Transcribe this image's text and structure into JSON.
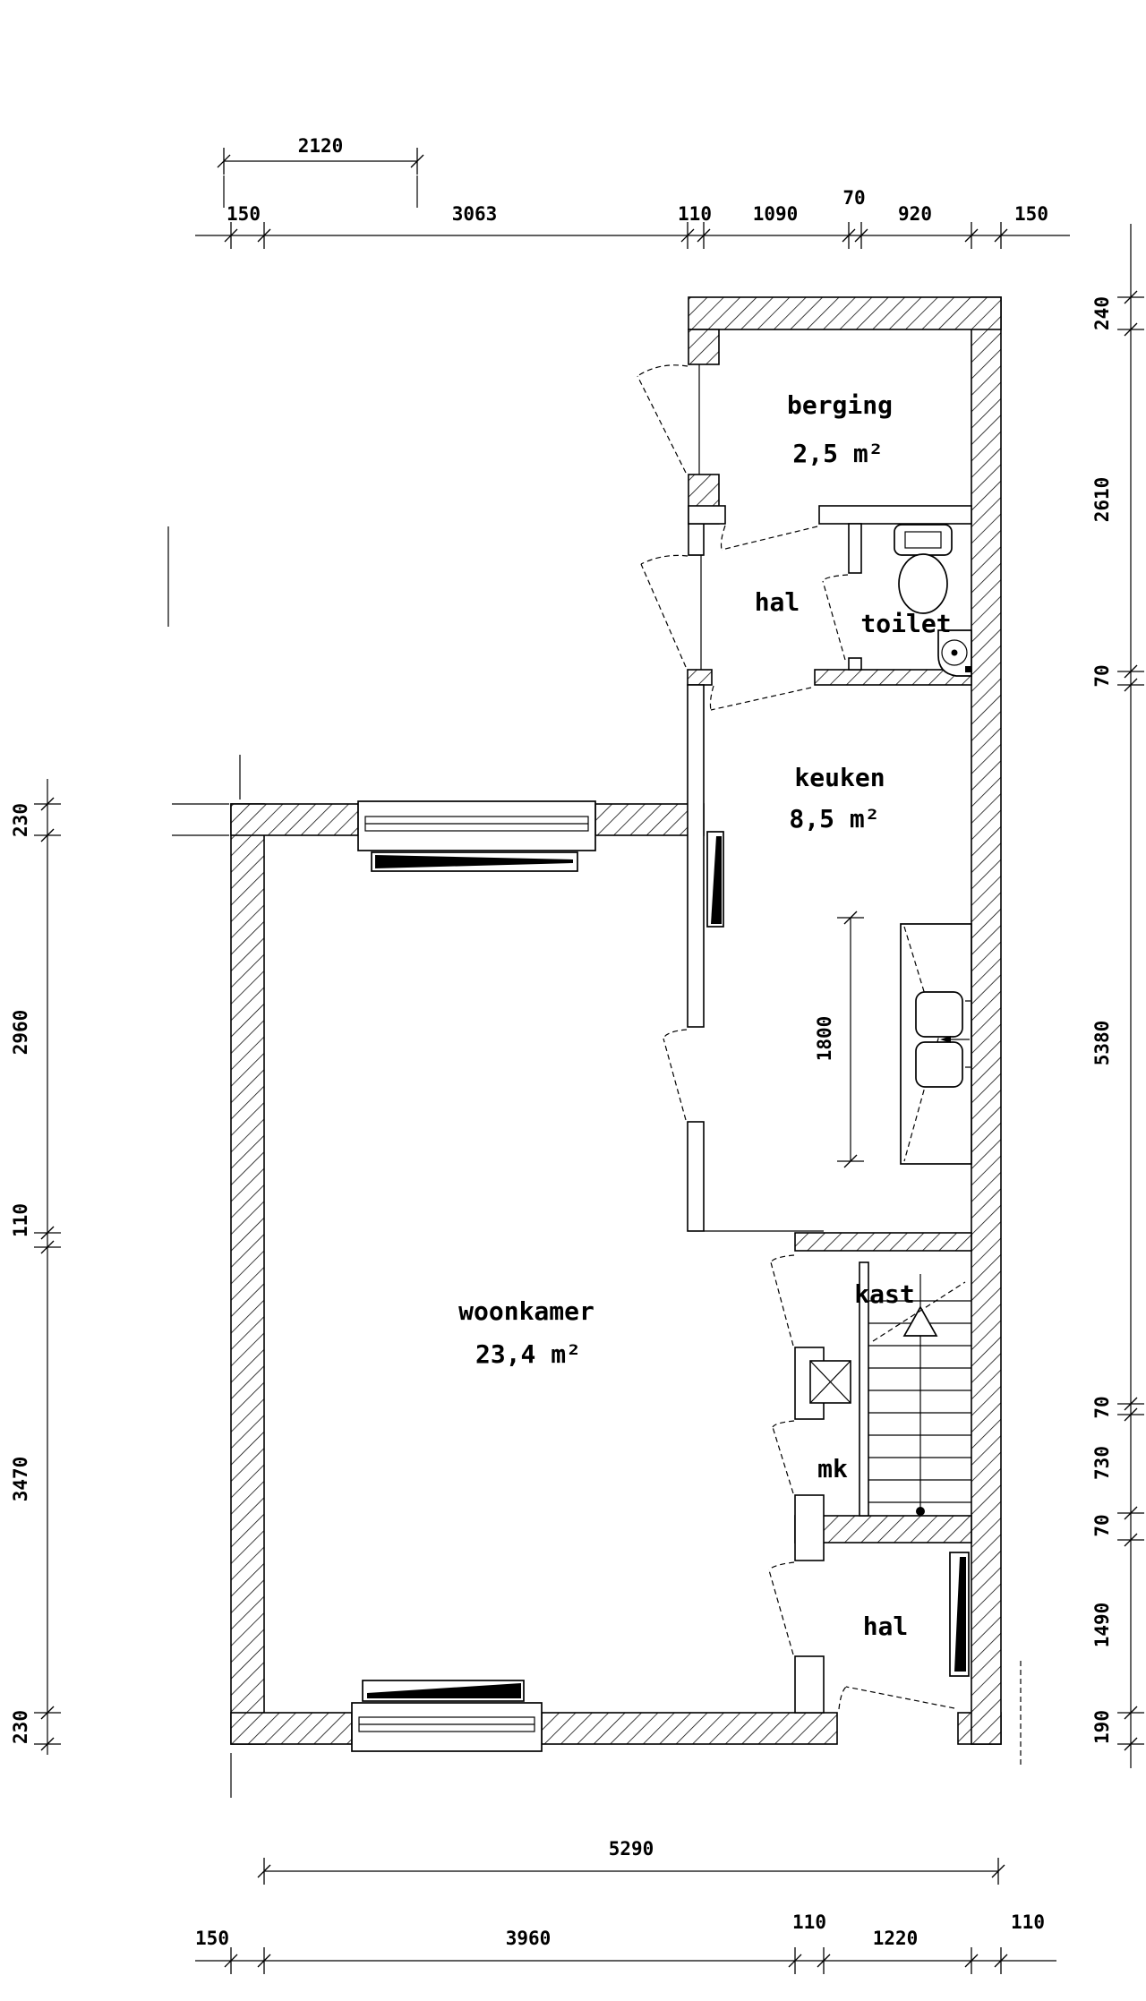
{
  "colors": {
    "ink": "#000000",
    "paper": "#ffffff"
  },
  "rooms": {
    "berging": {
      "label": "berging",
      "area": "2,5 m²"
    },
    "hal_boven": {
      "label": "hal"
    },
    "toilet": {
      "label": "toilet"
    },
    "keuken": {
      "label": "keuken",
      "area": "8,5 m²"
    },
    "woonkamer": {
      "label": "woonkamer",
      "area": "23,4 m²"
    },
    "kast": {
      "label": "kast"
    },
    "mk": {
      "label": "mk"
    },
    "hal_beneden": {
      "label": "hal"
    }
  },
  "dimensions": {
    "top_width": "2120",
    "top_row": [
      "150",
      "3063",
      "110",
      "1090",
      "70",
      "920",
      "150"
    ],
    "left_col": [
      "230",
      "2960",
      "110",
      "3470",
      "230"
    ],
    "right_col": [
      "240",
      "2610",
      "70",
      "5380",
      "70",
      "730",
      "70",
      "1490",
      "190"
    ],
    "kitchen_counter": "1800",
    "bottom_width": "5290",
    "bottom_row": [
      "150",
      "3960",
      "110",
      "1220",
      "110"
    ]
  }
}
